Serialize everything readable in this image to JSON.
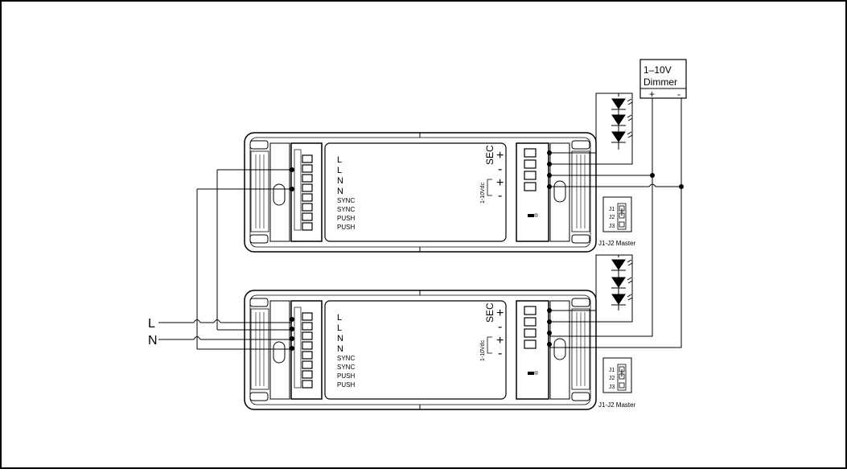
{
  "mains": {
    "line_label": "L",
    "neutral_label": "N"
  },
  "dimmer": {
    "line1": "1–10V",
    "line2": "Dimmer",
    "plus": "+",
    "minus": "-"
  },
  "driver": {
    "input_labels": [
      "L",
      "L",
      "N",
      "N",
      "SYNC",
      "SYNC",
      "PUSH",
      "PUSH"
    ],
    "sec_label": "SEC",
    "sec_plus": "+",
    "sec_minus": "-",
    "dim_label": "1-10Vdc",
    "dim_plus": "+",
    "dim_minus": "-"
  },
  "jumper": {
    "pins": [
      "J1",
      "J2",
      "J3"
    ],
    "caption": "J1-J2 Master"
  },
  "colors": {
    "line": "#000000",
    "background": "#ffffff"
  }
}
